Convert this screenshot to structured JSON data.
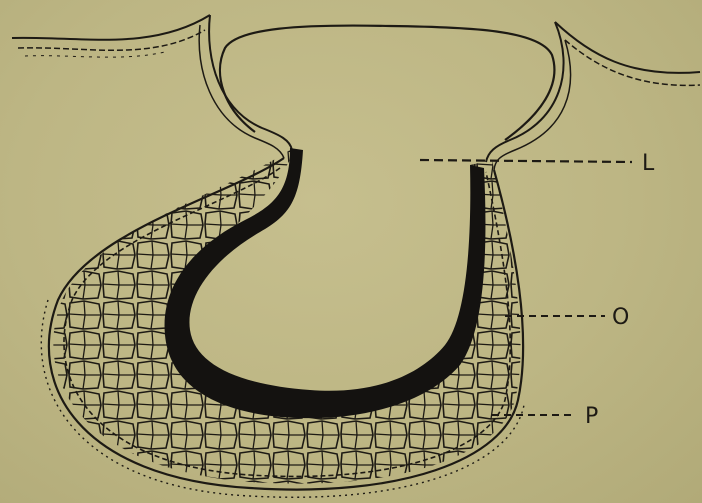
{
  "labels": {
    "l": "L",
    "o": "O",
    "p": "P"
  },
  "colors": {
    "paper": "#bdb684",
    "ink": "#1d1a14",
    "layer": "#141210"
  }
}
